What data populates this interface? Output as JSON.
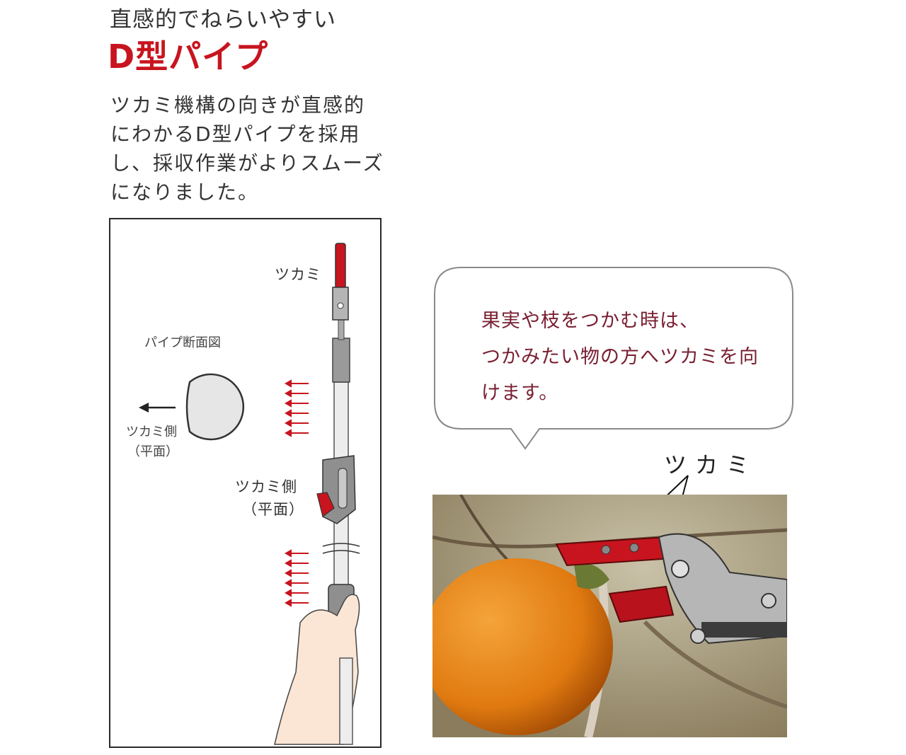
{
  "header": {
    "subtitle": "直感的でねらいやすい",
    "title": "D型パイプ"
  },
  "description": {
    "lines": [
      "ツカミ機構の向きが直感的",
      "にわかるD型パイプを採用",
      "し、採収作業がよりスムーズ",
      "になりました。"
    ]
  },
  "diagram": {
    "grip_label": "ツカミ",
    "cross_section_title": "パイプ断面図",
    "cross_section_side": "ツカミ側",
    "cross_section_flat": "（平面）",
    "handle_side": "ツカミ側",
    "handle_flat": "（平面）"
  },
  "bubble": {
    "lines": [
      "果実や枝をつかむ時は、",
      "つかみたい物の方へツカミを向",
      "けます。"
    ]
  },
  "photo": {
    "callout": "ツカミ"
  },
  "colors": {
    "accent": "#c8141e",
    "bubble_text": "#7a2033",
    "fruit": "#e07a10"
  }
}
